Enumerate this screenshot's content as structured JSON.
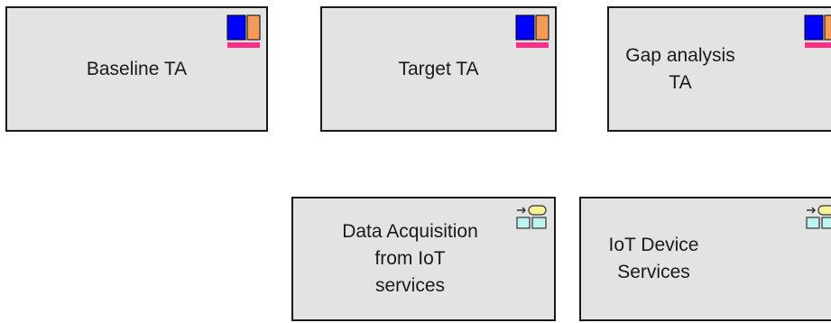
{
  "diagram": {
    "nodes": [
      {
        "id": "baseline-ta",
        "label": "Baseline TA",
        "icon": "deliverable-icon"
      },
      {
        "id": "target-ta",
        "label": "Target TA",
        "icon": "deliverable-icon"
      },
      {
        "id": "gap-analysis-ta",
        "label": "Gap analysis\nTA",
        "icon": "deliverable-icon"
      },
      {
        "id": "data-acquisition",
        "label": "Data Acquisition\nfrom IoT\nservices",
        "icon": "application-service-icon"
      },
      {
        "id": "iot-device-services",
        "label": "IoT Device\nServices",
        "icon": "application-service-icon"
      }
    ]
  },
  "colors": {
    "box_fill": "#e3e3e3",
    "box_border": "#1a1a1a",
    "icon_blue": "#0000ff",
    "icon_orange": "#f39c5a",
    "icon_pink": "#ff2d87",
    "icon_yellow": "#f7f19a",
    "icon_cyan": "#bff3f0"
  }
}
